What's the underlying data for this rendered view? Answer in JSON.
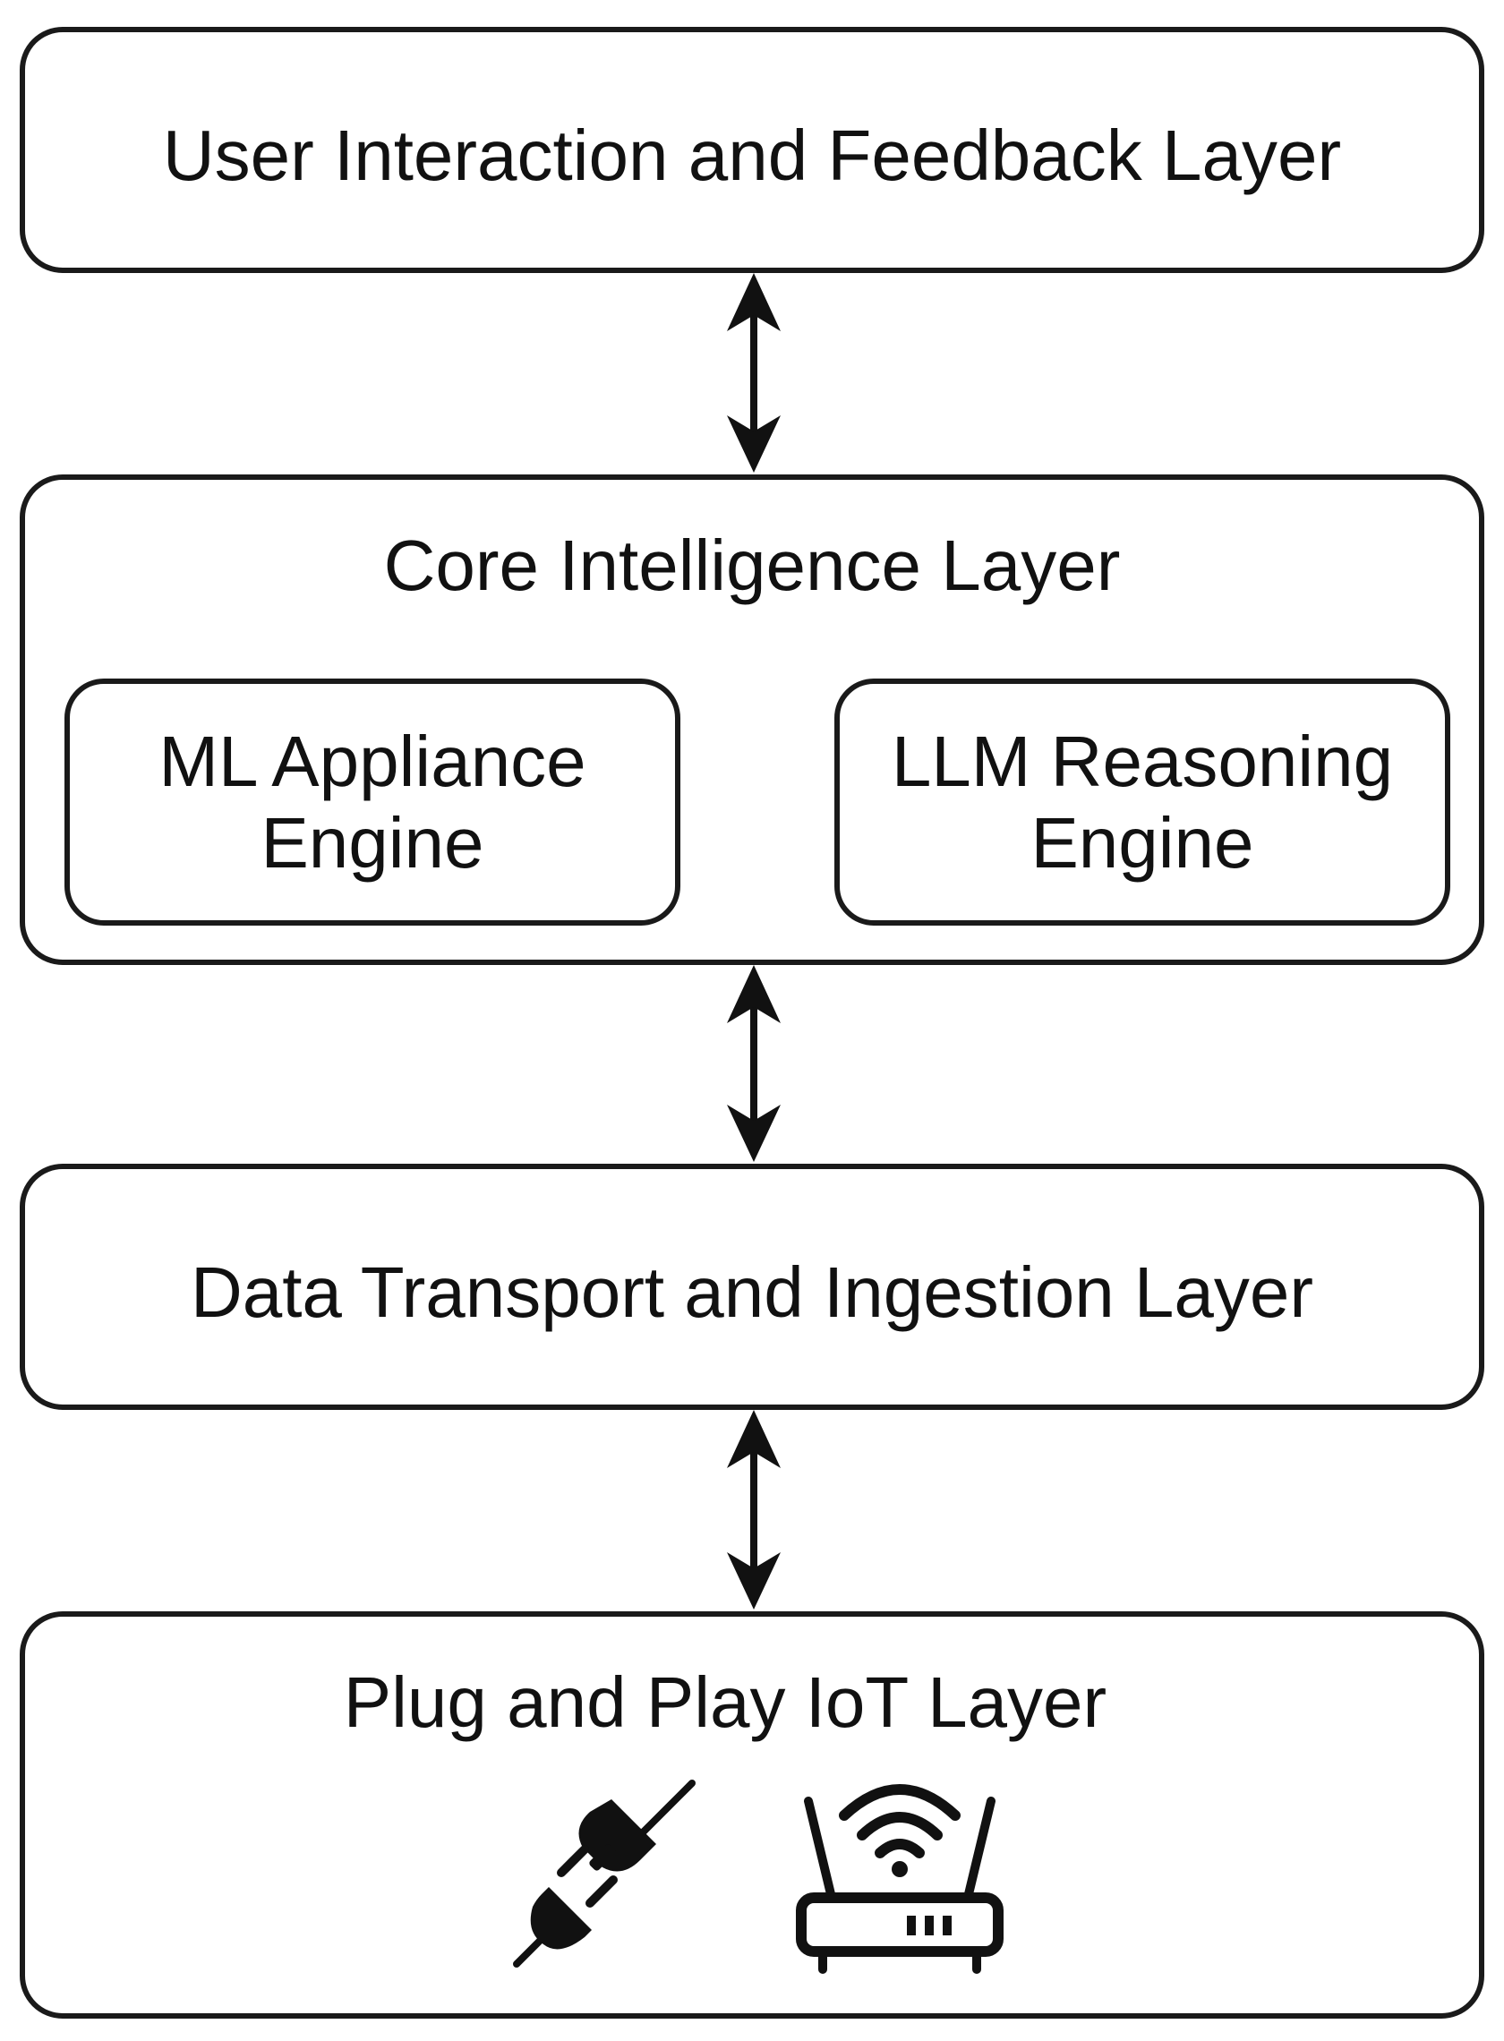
{
  "layers": {
    "user_interaction": {
      "label": "User Interaction and Feedback Layer"
    },
    "core_intelligence": {
      "label": "Core Intelligence Layer",
      "engines": [
        {
          "line1": "ML Appliance",
          "line2": "Engine"
        },
        {
          "line1": "LLM Reasoning",
          "line2": "Engine"
        }
      ]
    },
    "data_transport": {
      "label": "Data Transport and Ingestion Layer"
    },
    "iot": {
      "label": "Plug and Play IoT Layer",
      "icons": [
        "plug-socket-icon",
        "wifi-router-icon"
      ]
    }
  },
  "connections": [
    {
      "from": "User Interaction and Feedback Layer",
      "to": "Core Intelligence Layer",
      "type": "bidirectional"
    },
    {
      "from": "Core Intelligence Layer",
      "to": "Data Transport and Ingestion Layer",
      "type": "bidirectional"
    },
    {
      "from": "Data Transport and Ingestion Layer",
      "to": "Plug and Play IoT Layer",
      "type": "bidirectional"
    }
  ],
  "colors": {
    "stroke": "#1a1a1a",
    "text": "#111111",
    "background": "#ffffff"
  }
}
